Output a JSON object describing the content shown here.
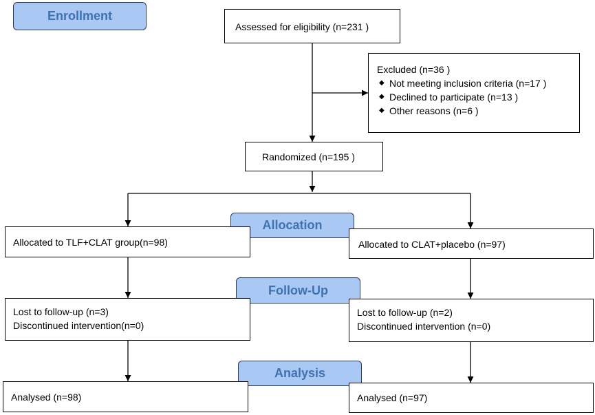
{
  "phases": {
    "enrollment": "Enrollment",
    "allocation": "Allocation",
    "followup": "Follow-Up",
    "analysis": "Analysis"
  },
  "assessed": "Assessed for eligibility (n=231 )",
  "excluded": {
    "title": "Excluded  (n=36 )",
    "reasons": [
      "Not meeting inclusion criteria (n=17 )",
      "Declined to participate (n=13 )",
      "Other reasons (n=6 )"
    ]
  },
  "randomized": "Randomized (n=195 )",
  "left_arm": {
    "allocated": "Allocated to TLF+CLAT group(n=98)",
    "lost": "Lost to follow-up (n=3)",
    "discontinued": "Discontinued intervention(n=0)",
    "analysed": "Analysed  (n=98)"
  },
  "right_arm": {
    "allocated": "Allocated to CLAT+placebo (n=97)",
    "lost": "Lost to follow-up (n=2)",
    "discontinued": "Discontinued intervention  (n=0)",
    "analysed": "Analysed  (n=97)"
  },
  "colors": {
    "phase_fill": "#a9c8f3",
    "phase_text": "#3f72b0",
    "line": "#000000"
  }
}
